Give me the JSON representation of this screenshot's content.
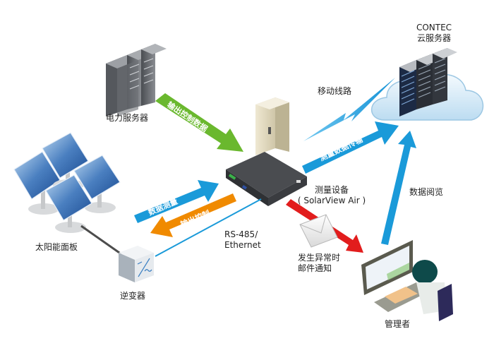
{
  "title": "SolarView Air system diagram",
  "nodes": {
    "cloud_server": {
      "line1": "CONTEC",
      "line2": "云服务器"
    },
    "power_server": {
      "label": "电力服务器"
    },
    "measuring_device": {
      "line1": "测量设备",
      "line2": "( SolarView Air )"
    },
    "solar_panels": {
      "label": "太阳能面板"
    },
    "inverter": {
      "label": "逆变器"
    },
    "administrator": {
      "label": "管理者"
    }
  },
  "connections": {
    "mobile_line": {
      "label": "移动线路"
    },
    "measurement_data_transfer": {
      "label": "测量数据传输"
    },
    "output_control_data": {
      "label": "输出控制数据"
    },
    "data_measurement": {
      "label": "数据测量"
    },
    "output_control": {
      "label": "输出控制"
    },
    "rs485": {
      "line1": "RS-485/",
      "line2": "Ethernet"
    },
    "mail_notice": {
      "line1": "发生异常时",
      "line2": "邮件通知"
    },
    "data_browse": {
      "label": "数据阅览"
    }
  },
  "colors": {
    "blue": "#1a9ad9",
    "green": "#6ab82e",
    "orange": "#f08a00",
    "red": "#e21d1d",
    "cloud": "#cfe6f5"
  }
}
